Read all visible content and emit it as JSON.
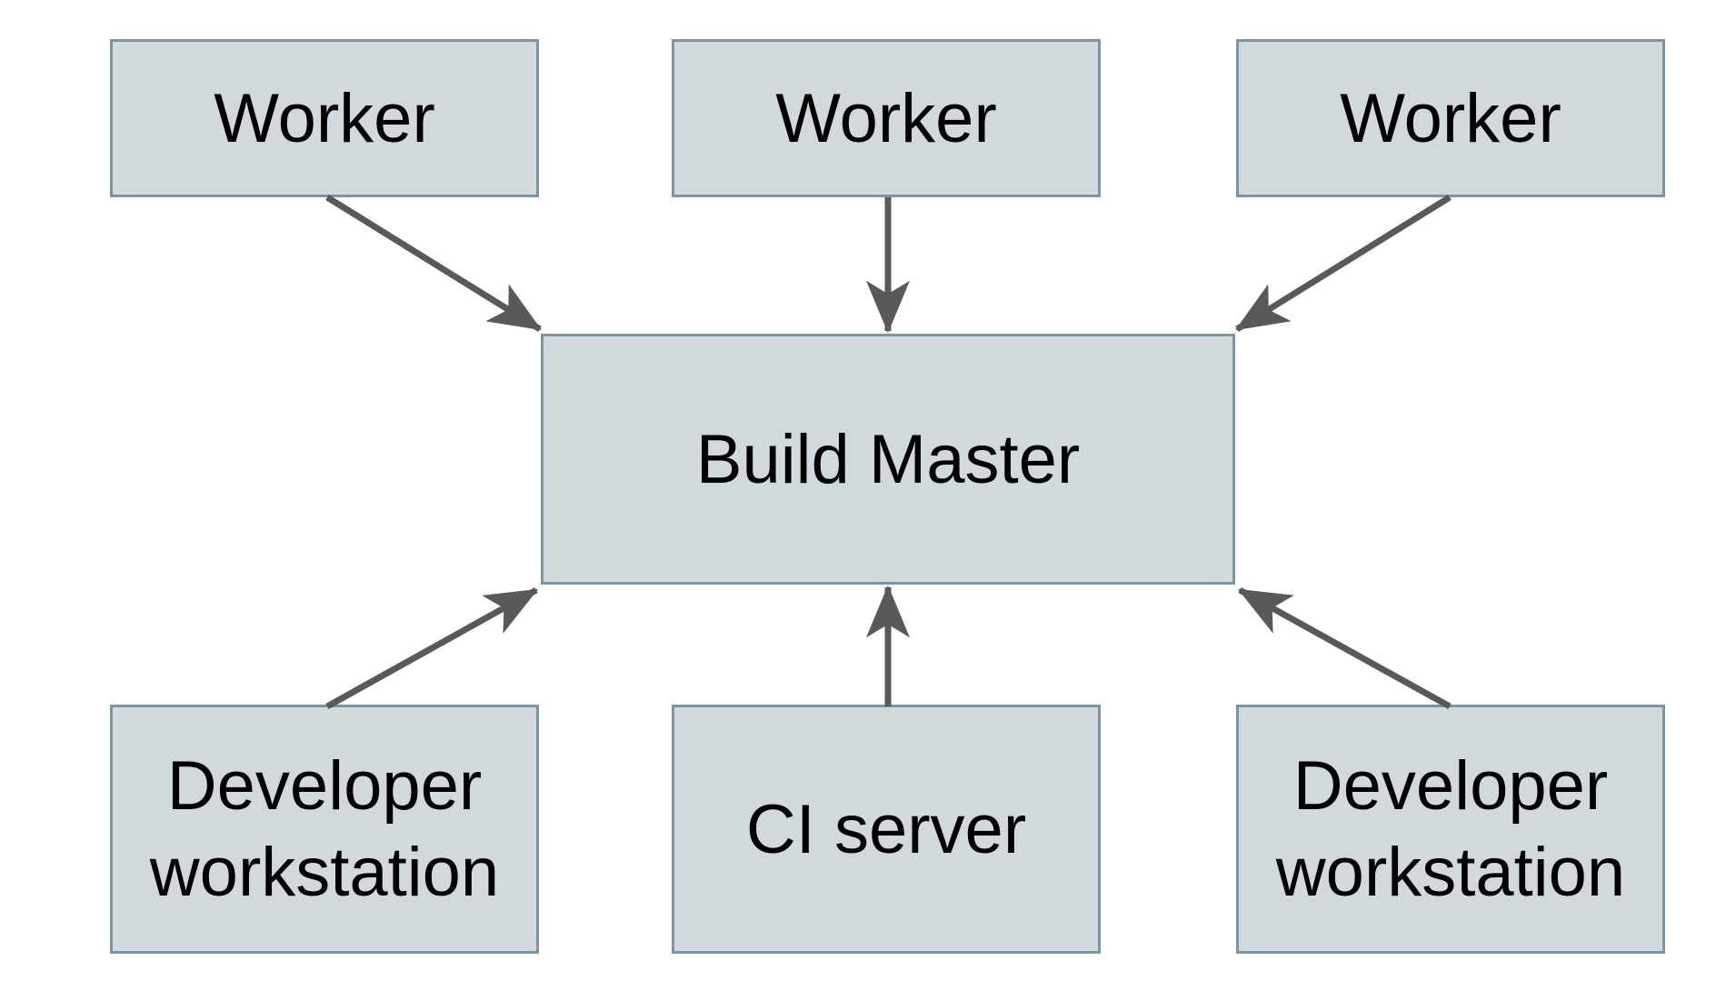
{
  "diagram": {
    "description": "Build system architecture diagram",
    "nodes": {
      "worker1": {
        "label": "Worker"
      },
      "worker2": {
        "label": "Worker"
      },
      "worker3": {
        "label": "Worker"
      },
      "build_master": {
        "label": "Build Master"
      },
      "dev_ws1": {
        "label": "Developer workstation"
      },
      "ci_server": {
        "label": "CI server"
      },
      "dev_ws2": {
        "label": "Developer workstation"
      }
    },
    "edges": [
      {
        "from": "worker1",
        "to": "build_master"
      },
      {
        "from": "worker2",
        "to": "build_master"
      },
      {
        "from": "worker3",
        "to": "build_master"
      },
      {
        "from": "dev_ws1",
        "to": "build_master"
      },
      {
        "from": "ci_server",
        "to": "build_master"
      },
      {
        "from": "dev_ws2",
        "to": "build_master"
      }
    ],
    "colors": {
      "node_fill": "#d2d9dc",
      "node_border": "#7b95a2",
      "arrow": "#595959",
      "text": "#000000",
      "background": "#ffffff"
    }
  }
}
